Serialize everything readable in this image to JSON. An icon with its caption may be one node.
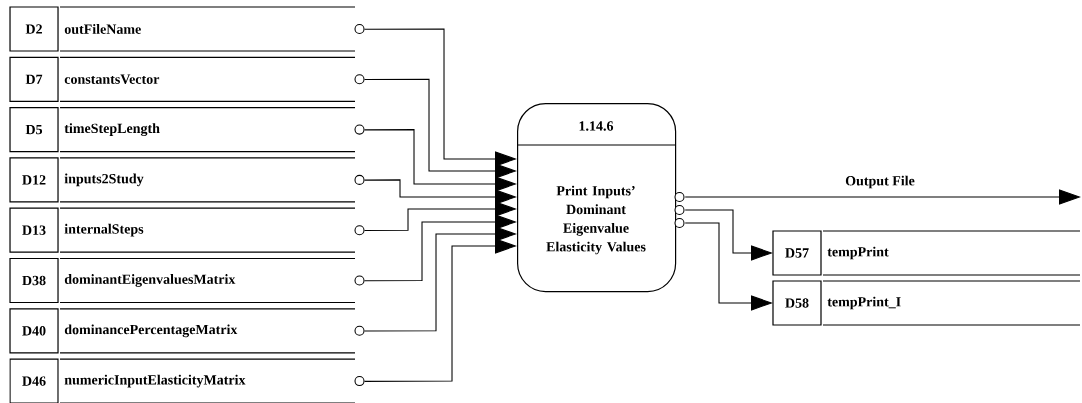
{
  "diagram": {
    "nodes": [
      {
        "text": [
          "D2",
          "outFileName"
        ]
      },
      {
        "text": [
          "D7",
          "constantsVector"
        ]
      },
      {
        "text": [
          "D5",
          "timeStepLength"
        ]
      },
      {
        "text": [
          "D12",
          "inputs2Study"
        ]
      },
      {
        "text": [
          "D13",
          "internalSteps"
        ]
      },
      {
        "text": [
          "D38",
          "dominantEigenvaluesMatrix"
        ]
      },
      {
        "text": [
          "D40",
          "dominancePercentageMatrix"
        ]
      },
      {
        "text": [
          "D46",
          "numericInputElasticityMatrix"
        ]
      },
      {
        "text": [
          "1.14.6",
          "Print Inputs’ Dominant Eigenvalue Elasticity Values"
        ]
      },
      {
        "text": [
          "D57",
          "tempPrint"
        ]
      },
      {
        "text": [
          "D58",
          "tempPrint_I"
        ]
      }
    ],
    "edges": [
      {
        "from": 0,
        "to": 8,
        "arrow": "to"
      },
      {
        "from": 1,
        "to": 8,
        "arrow": "to"
      },
      {
        "from": 2,
        "to": 8,
        "arrow": "to"
      },
      {
        "from": 3,
        "to": 8,
        "arrow": "to"
      },
      {
        "from": 4,
        "to": 8,
        "arrow": "to"
      },
      {
        "from": 5,
        "to": 8,
        "arrow": "to"
      },
      {
        "from": 6,
        "to": 8,
        "arrow": "to"
      },
      {
        "from": 7,
        "to": 8,
        "arrow": "to"
      },
      {
        "from": 8,
        "to": null,
        "arrow": "to",
        "label": "Output File"
      },
      {
        "from": 8,
        "to": 9,
        "arrow": "to"
      },
      {
        "from": 8,
        "to": 10,
        "arrow": "to"
      }
    ]
  }
}
